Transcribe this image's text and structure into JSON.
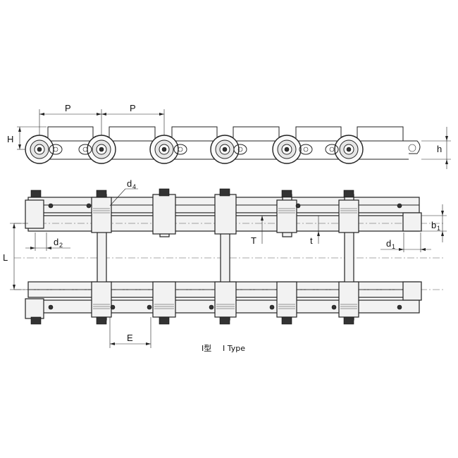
{
  "diagram": {
    "labels": {
      "P1": "P",
      "P2": "P",
      "H": "H",
      "h": "h",
      "d4_main": "d",
      "d4_sub": "4",
      "d2_main": "d",
      "d2_sub": "2",
      "d1_main": "d",
      "d1_sub": "1",
      "b1_main": "b",
      "b1_sub": "1",
      "L": "L",
      "T": "T",
      "t": "t",
      "E": "E"
    },
    "caption": {
      "left": "I型",
      "right": "I Type"
    }
  }
}
